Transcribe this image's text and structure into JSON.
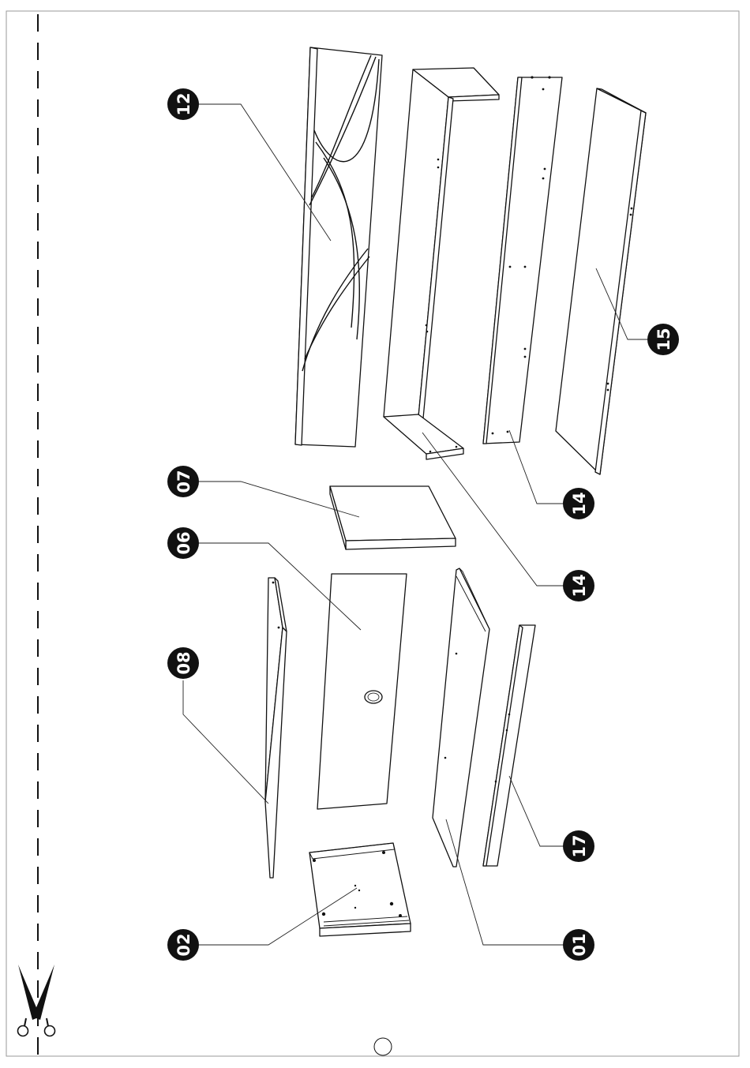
{
  "parts": [
    {
      "id": "part-12",
      "label": "12"
    },
    {
      "id": "part-07",
      "label": "07"
    },
    {
      "id": "part-06",
      "label": "06"
    },
    {
      "id": "part-08",
      "label": "08"
    },
    {
      "id": "part-02",
      "label": "02"
    },
    {
      "id": "part-14a",
      "label": "14"
    },
    {
      "id": "part-14b",
      "label": "14"
    },
    {
      "id": "part-15",
      "label": "15"
    },
    {
      "id": "part-17",
      "label": "17"
    },
    {
      "id": "part-01",
      "label": "01"
    }
  ],
  "icons": {
    "cut": "scissors-icon",
    "page": "page-number-circle"
  }
}
